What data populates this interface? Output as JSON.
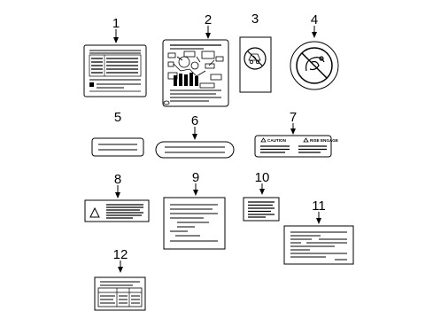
{
  "callouts": [
    {
      "id": 1,
      "label": "1"
    },
    {
      "id": 2,
      "label": "2"
    },
    {
      "id": 3,
      "label": "3"
    },
    {
      "id": 4,
      "label": "4"
    },
    {
      "id": 5,
      "label": "5"
    },
    {
      "id": 6,
      "label": "6"
    },
    {
      "id": 7,
      "label": "7"
    },
    {
      "id": 8,
      "label": "8"
    },
    {
      "id": 9,
      "label": "9"
    },
    {
      "id": 10,
      "label": "10"
    },
    {
      "id": 11,
      "label": "11"
    },
    {
      "id": 12,
      "label": "12"
    }
  ],
  "label_texts": {
    "caution": "CAUTION",
    "attention": "RISE ENGAGE"
  }
}
